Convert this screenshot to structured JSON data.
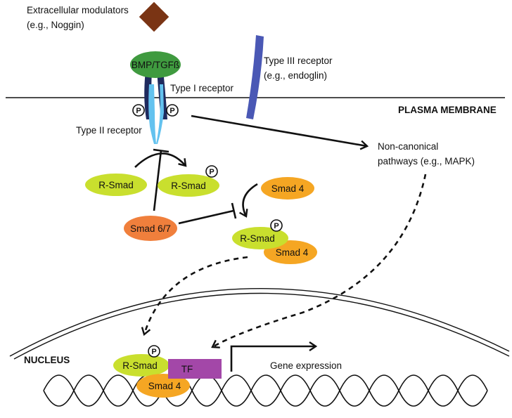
{
  "labels": {
    "modulators_line1": "Extracellular modulators",
    "modulators_line2": "(e.g., Noggin)",
    "ligand": "BMP/TGFß",
    "type1": "Type I receptor",
    "type2": "Type II receptor",
    "type3_line1": "Type III receptor",
    "type3_line2": "(e.g., endoglin)",
    "plasma_membrane": "PLASMA MEMBRANE",
    "noncanonical_line1": "Non-canonical",
    "noncanonical_line2": "pathways (e.g., MAPK)",
    "nucleus": "NUCLEUS",
    "gene_expression": "Gene expression"
  },
  "proteins": {
    "rsmad": "R-Smad",
    "smad4": "Smad 4",
    "smad67": "Smad 6/7",
    "tf": "TF",
    "phospho": "P"
  },
  "colors": {
    "noggin": "#7a3414",
    "ligand": "#3f9a3f",
    "receptor_dark": "#1f2a5e",
    "receptor_light": "#63c2ef",
    "type3": "#4a58b5",
    "rsmad": "#c9df2e",
    "smad4": "#f5a623",
    "smad67": "#f07f3c",
    "tf": "#a347a8",
    "dna": "#111111"
  }
}
